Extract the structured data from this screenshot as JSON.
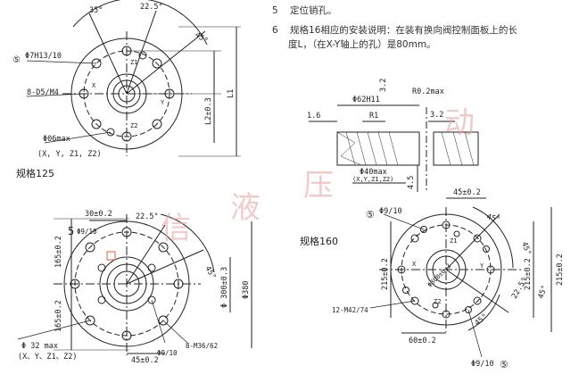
{
  "notes": {
    "n5_num": "5",
    "n5_text": "定位销孔。",
    "n6_num": "6",
    "n6_text_line1": "规格16相应的安装说明：在装有换向阀控制面板上的长",
    "n6_text_line2": "度L，（在X-Y轴上的孔）是80mm。"
  },
  "fig125": {
    "caption": "规格125",
    "ang35": "35°",
    "ang225": "22.5°",
    "ang45": "45°",
    "dowel": "Φ7H13/10",
    "bolts": "8-D5/M4",
    "port": "Φ06max",
    "ports": "(X, Y, Z1, Z2)",
    "L2": "L2±0.3",
    "L1": "L1",
    "mark5": "⑤",
    "z1": "Z1",
    "z2": "Z2",
    "y": "Y",
    "x": "X"
  },
  "section": {
    "d62": "Φ62H11",
    "r02": "R0.2max",
    "v32a": "3.2",
    "v32b": "3.2",
    "r1": "R1",
    "v16": "1.6",
    "d40": "Φ40max",
    "ports": "(X,Y,Z1,Z2)",
    "depth": "4.5"
  },
  "fig160": {
    "caption": "规格160",
    "d45": "45±0.2",
    "dowel": "Φ9/10",
    "mark5a": "⑤",
    "mark5b": "⑤",
    "ang45a": "45°",
    "ang45b": "45°",
    "ang45c": "45°",
    "ang45d": "45°",
    "ang225": "22.5°",
    "d215l": "215±0.2",
    "d215r": "215±0.2",
    "d215r2": "215±0.2",
    "bolts": "12-M42/74",
    "d60": "60±0.2",
    "dowel2": "Φ9/10",
    "pcd": "Φ300±0.3",
    "z1": "Z1",
    "z2": "Z2",
    "x": "X",
    "y": "Y"
  },
  "fig_left": {
    "d30": "30±0.2",
    "ang225": "22.5°",
    "ang45": "45°",
    "five": "5",
    "dowel": "Φ9/10",
    "d165a": "165±0.2",
    "d165b": "165±0.2",
    "port": "Φ 32 max",
    "ports": "(X、Y、Z1、Z2)",
    "d45": "45±0.2",
    "dowel2": "Φ9/10",
    "bolts": "8-M36/62",
    "pcd": "Φ 300±0.3",
    "d380": "Φ380"
  },
  "watermark": {
    "c1": "液",
    "c2": "压",
    "c3": "动",
    "c4": "信"
  }
}
